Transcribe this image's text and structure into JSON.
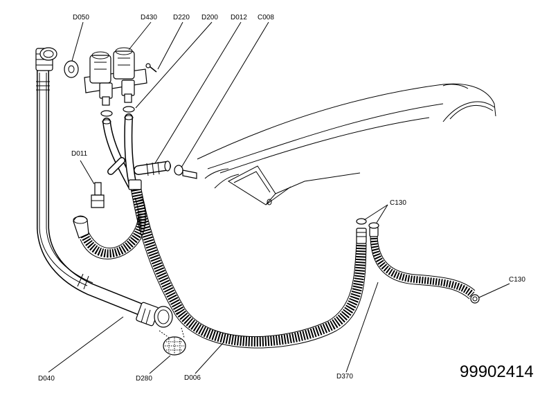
{
  "diagram": {
    "drawing_number": "99902414",
    "labels": [
      {
        "id": "d050",
        "text": "D050"
      },
      {
        "id": "d430",
        "text": "D430"
      },
      {
        "id": "d220",
        "text": "D220"
      },
      {
        "id": "d200",
        "text": "D200"
      },
      {
        "id": "d012",
        "text": "D012"
      },
      {
        "id": "c008",
        "text": "C008"
      },
      {
        "id": "d011",
        "text": "D011"
      },
      {
        "id": "c130a",
        "text": "C130"
      },
      {
        "id": "c130b",
        "text": "C130"
      },
      {
        "id": "d040",
        "text": "D040"
      },
      {
        "id": "d280",
        "text": "D280"
      },
      {
        "id": "d006",
        "text": "D006"
      },
      {
        "id": "d370",
        "text": "D370"
      }
    ]
  }
}
